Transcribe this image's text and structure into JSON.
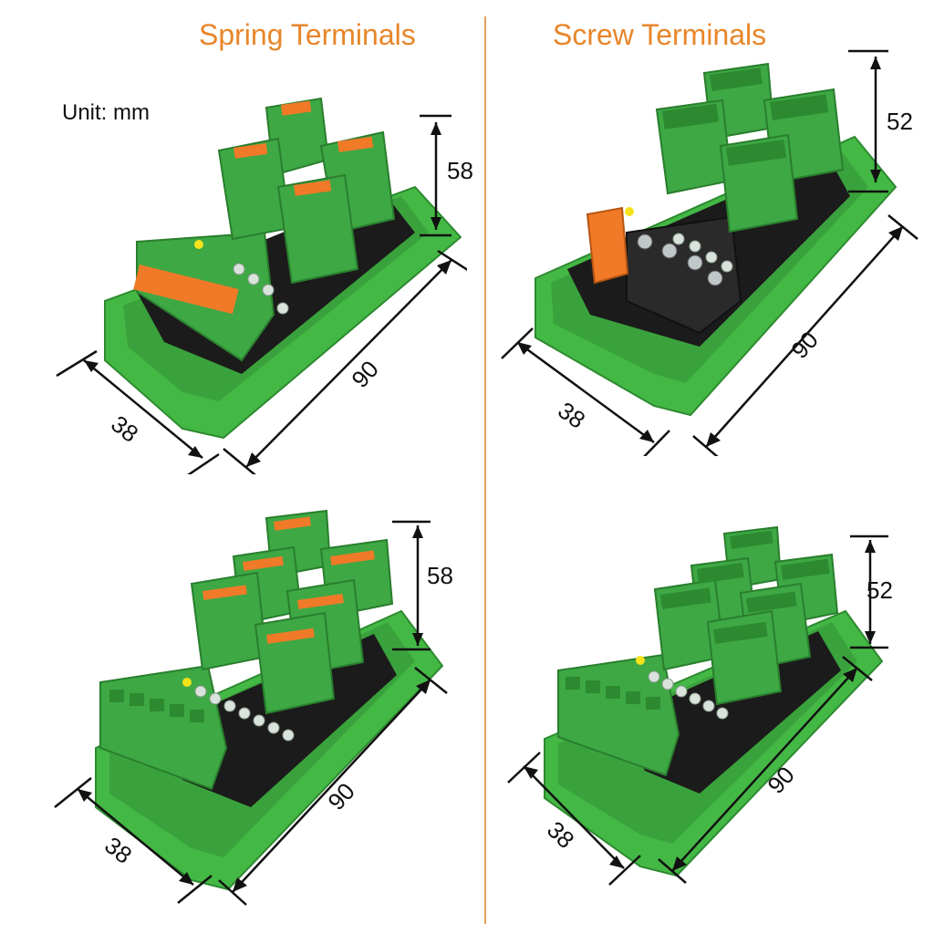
{
  "headings": {
    "spring": "Spring Terminals",
    "screw": "Screw Terminals"
  },
  "unit_label": "Unit: mm",
  "panels": [
    {
      "id": "spring-4ch",
      "width": "38",
      "length": "90",
      "height": "58",
      "channels": 4
    },
    {
      "id": "screw-4ch",
      "width": "38",
      "length": "90",
      "height": "52",
      "channels": 4
    },
    {
      "id": "spring-8ch",
      "width": "38",
      "length": "90",
      "height": "58",
      "channels": 8
    },
    {
      "id": "screw-8ch",
      "width": "38",
      "length": "90",
      "height": "52",
      "channels": 8
    }
  ],
  "colors": {
    "heading": "#e8862a",
    "divider": "#e8a05a",
    "module_green": "#44b845",
    "terminal_green": "#3da844",
    "spring_orange": "#f07a28",
    "pcb": "#1b1b1b"
  }
}
